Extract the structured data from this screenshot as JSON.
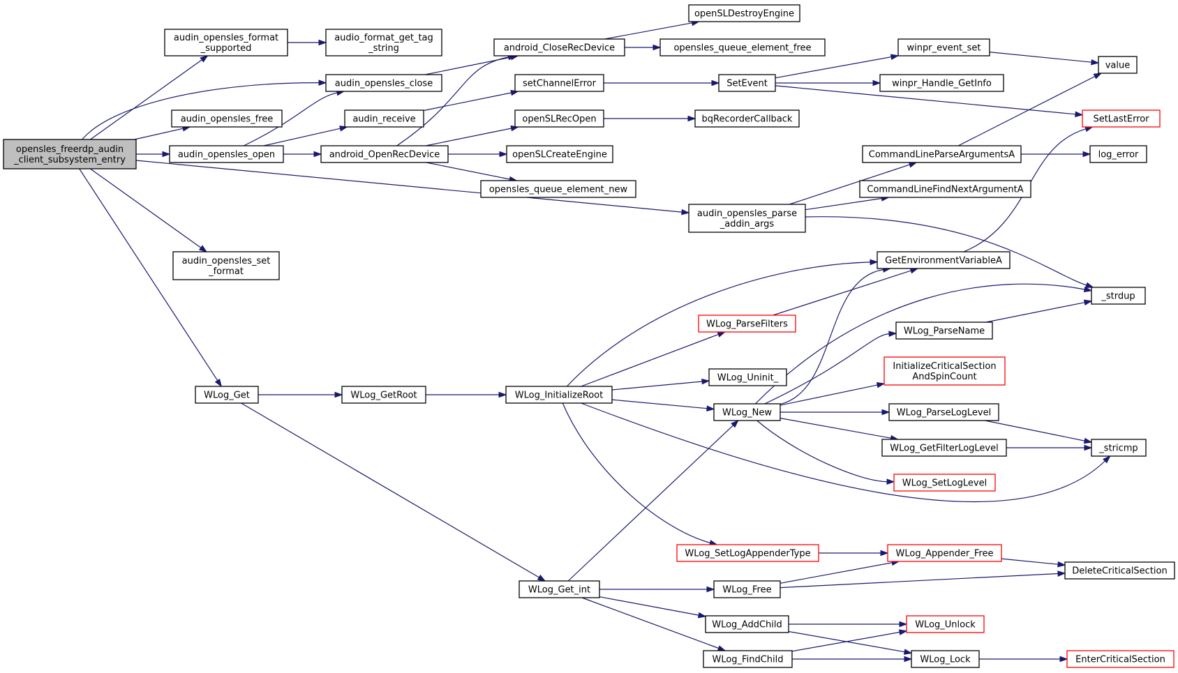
{
  "graph": {
    "edge_color": "#191970",
    "root_fill": "#bfbfbf",
    "truncated_border_color": "#ff0000",
    "nodes": [
      {
        "id": "root",
        "lines": [
          "opensles_freerdp_audin",
          "_client_subsystem_entry"
        ],
        "root": true
      },
      {
        "id": "fmt_supported",
        "lines": [
          "audin_opensles_format",
          "_supported"
        ]
      },
      {
        "id": "fmt_tag",
        "lines": [
          "audio_format_get_tag",
          "_string"
        ]
      },
      {
        "id": "close",
        "lines": [
          "audin_opensles_close"
        ]
      },
      {
        "id": "free",
        "lines": [
          "audin_opensles_free"
        ]
      },
      {
        "id": "open",
        "lines": [
          "audin_opensles_open"
        ]
      },
      {
        "id": "receive",
        "lines": [
          "audin_receive"
        ]
      },
      {
        "id": "and_close",
        "lines": [
          "android_CloseRecDevice"
        ]
      },
      {
        "id": "and_open",
        "lines": [
          "android_OpenRecDevice"
        ]
      },
      {
        "id": "sl_destroy",
        "lines": [
          "openSLDestroyEngine"
        ]
      },
      {
        "id": "q_free",
        "lines": [
          "opensles_queue_element_free"
        ]
      },
      {
        "id": "set_ch_err",
        "lines": [
          "setChannelError"
        ]
      },
      {
        "id": "sl_recopen",
        "lines": [
          "openSLRecOpen"
        ]
      },
      {
        "id": "sl_create",
        "lines": [
          "openSLCreateEngine"
        ]
      },
      {
        "id": "q_new",
        "lines": [
          "opensles_queue_element_new"
        ]
      },
      {
        "id": "set_event",
        "lines": [
          "SetEvent"
        ]
      },
      {
        "id": "bq_cb",
        "lines": [
          "bqRecorderCallback"
        ]
      },
      {
        "id": "ev_set",
        "lines": [
          "winpr_event_set"
        ]
      },
      {
        "id": "handle_info",
        "lines": [
          "winpr_Handle_GetInfo"
        ]
      },
      {
        "id": "value",
        "lines": [
          "value"
        ]
      },
      {
        "id": "set_last_err",
        "lines": [
          "SetLastError"
        ],
        "truncated": true
      },
      {
        "id": "cl_parse",
        "lines": [
          "CommandLineParseArgumentsA"
        ]
      },
      {
        "id": "log_error",
        "lines": [
          "log_error"
        ]
      },
      {
        "id": "cl_find",
        "lines": [
          "CommandLineFindNextArgumentA"
        ]
      },
      {
        "id": "parse_args",
        "lines": [
          "audin_opensles_parse",
          "_addin_args"
        ]
      },
      {
        "id": "set_format",
        "lines": [
          "audin_opensles_set",
          "_format"
        ]
      },
      {
        "id": "get_env",
        "lines": [
          "GetEnvironmentVariableA"
        ]
      },
      {
        "id": "strdup",
        "lines": [
          "_strdup"
        ]
      },
      {
        "id": "parse_filters",
        "lines": [
          "WLog_ParseFilters"
        ],
        "truncated": true
      },
      {
        "id": "parse_name",
        "lines": [
          "WLog_ParseName"
        ]
      },
      {
        "id": "init_cs",
        "lines": [
          "InitializeCriticalSection",
          "AndSpinCount"
        ],
        "truncated": true
      },
      {
        "id": "uninit",
        "lines": [
          "WLog_Uninit_"
        ]
      },
      {
        "id": "wlog_get",
        "lines": [
          "WLog_Get"
        ]
      },
      {
        "id": "get_root",
        "lines": [
          "WLog_GetRoot"
        ]
      },
      {
        "id": "init_root",
        "lines": [
          "WLog_InitializeRoot"
        ]
      },
      {
        "id": "wlog_new",
        "lines": [
          "WLog_New"
        ]
      },
      {
        "id": "parse_level",
        "lines": [
          "WLog_ParseLogLevel"
        ]
      },
      {
        "id": "filter_level",
        "lines": [
          "WLog_GetFilterLogLevel"
        ]
      },
      {
        "id": "stricmp",
        "lines": [
          "_stricmp"
        ]
      },
      {
        "id": "set_level",
        "lines": [
          "WLog_SetLogLevel"
        ],
        "truncated": true
      },
      {
        "id": "set_appender",
        "lines": [
          "WLog_SetLogAppenderType"
        ],
        "truncated": true
      },
      {
        "id": "app_free",
        "lines": [
          "WLog_Appender_Free"
        ],
        "truncated": true
      },
      {
        "id": "del_cs",
        "lines": [
          "DeleteCriticalSection"
        ]
      },
      {
        "id": "get_int",
        "lines": [
          "WLog_Get_int"
        ]
      },
      {
        "id": "wlog_free",
        "lines": [
          "WLog_Free"
        ]
      },
      {
        "id": "add_child",
        "lines": [
          "WLog_AddChild"
        ]
      },
      {
        "id": "unlock",
        "lines": [
          "WLog_Unlock"
        ],
        "truncated": true
      },
      {
        "id": "find_child",
        "lines": [
          "WLog_FindChild"
        ]
      },
      {
        "id": "lock",
        "lines": [
          "WLog_Lock"
        ]
      },
      {
        "id": "enter_cs",
        "lines": [
          "EnterCriticalSection"
        ],
        "truncated": true
      }
    ],
    "edges": [
      [
        "root",
        "fmt_supported"
      ],
      [
        "root",
        "close"
      ],
      [
        "root",
        "free"
      ],
      [
        "root",
        "open"
      ],
      [
        "root",
        "parse_args"
      ],
      [
        "root",
        "set_format"
      ],
      [
        "root",
        "wlog_get"
      ],
      [
        "fmt_supported",
        "fmt_tag"
      ],
      [
        "close",
        "and_close"
      ],
      [
        "open",
        "close"
      ],
      [
        "open",
        "receive"
      ],
      [
        "open",
        "and_open"
      ],
      [
        "receive",
        "set_ch_err"
      ],
      [
        "and_close",
        "sl_destroy"
      ],
      [
        "and_close",
        "q_free"
      ],
      [
        "and_open",
        "and_close"
      ],
      [
        "and_open",
        "sl_recopen"
      ],
      [
        "and_open",
        "sl_create"
      ],
      [
        "and_open",
        "q_new"
      ],
      [
        "set_ch_err",
        "set_event"
      ],
      [
        "sl_recopen",
        "bq_cb"
      ],
      [
        "set_event",
        "ev_set"
      ],
      [
        "set_event",
        "handle_info"
      ],
      [
        "set_event",
        "set_last_err"
      ],
      [
        "ev_set",
        "value"
      ],
      [
        "parse_args",
        "cl_parse"
      ],
      [
        "parse_args",
        "cl_find"
      ],
      [
        "parse_args",
        "strdup"
      ],
      [
        "cl_parse",
        "value"
      ],
      [
        "cl_parse",
        "log_error"
      ],
      [
        "get_env",
        "set_last_err"
      ],
      [
        "wlog_get",
        "get_root"
      ],
      [
        "wlog_get",
        "get_int"
      ],
      [
        "get_root",
        "init_root"
      ],
      [
        "init_root",
        "get_env"
      ],
      [
        "init_root",
        "parse_filters"
      ],
      [
        "init_root",
        "uninit"
      ],
      [
        "init_root",
        "wlog_new"
      ],
      [
        "init_root",
        "set_appender"
      ],
      [
        "init_root",
        "stricmp"
      ],
      [
        "parse_filters",
        "get_env"
      ],
      [
        "wlog_new",
        "get_env"
      ],
      [
        "wlog_new",
        "strdup"
      ],
      [
        "wlog_new",
        "parse_name"
      ],
      [
        "wlog_new",
        "init_cs"
      ],
      [
        "wlog_new",
        "parse_level"
      ],
      [
        "wlog_new",
        "filter_level"
      ],
      [
        "wlog_new",
        "set_level"
      ],
      [
        "parse_name",
        "strdup"
      ],
      [
        "parse_level",
        "stricmp"
      ],
      [
        "filter_level",
        "stricmp"
      ],
      [
        "set_appender",
        "app_free"
      ],
      [
        "app_free",
        "del_cs"
      ],
      [
        "get_int",
        "wlog_new"
      ],
      [
        "get_int",
        "wlog_free"
      ],
      [
        "get_int",
        "add_child"
      ],
      [
        "get_int",
        "find_child"
      ],
      [
        "wlog_free",
        "app_free"
      ],
      [
        "wlog_free",
        "del_cs"
      ],
      [
        "add_child",
        "unlock"
      ],
      [
        "add_child",
        "lock"
      ],
      [
        "find_child",
        "unlock"
      ],
      [
        "find_child",
        "lock"
      ],
      [
        "lock",
        "enter_cs"
      ]
    ]
  }
}
